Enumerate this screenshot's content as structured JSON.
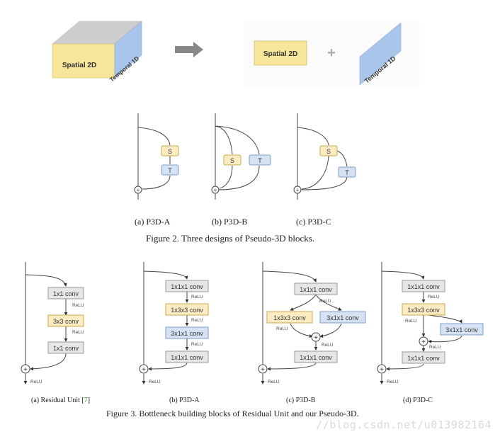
{
  "top": {
    "left_block": {
      "spatial_label": "Spatial 2D",
      "temporal_label": "Temporal 1D"
    },
    "arrow_icon": "right-arrow-icon",
    "right_block": {
      "spatial_label": "Spatial 2D",
      "plus_symbol": "+",
      "temporal_label": "Temporal 1D"
    },
    "colors": {
      "spatial": "#f7e59a",
      "temporal": "#a9c6ea",
      "top_face": "#cdcdcd"
    }
  },
  "figure2": {
    "caption": "Figure 2. Three designs of Pseudo-3D blocks.",
    "panels": [
      {
        "sublabel": "(a) P3D-A",
        "s": "S",
        "t": "T"
      },
      {
        "sublabel": "(b) P3D-B",
        "s": "S",
        "t": "T"
      },
      {
        "sublabel": "(c) P3D-C",
        "s": "S",
        "t": "T"
      }
    ],
    "plus_symbol": "+"
  },
  "figure3": {
    "caption": "Figure 3. Bottleneck building blocks of Residual Unit and our Pseudo-3D.",
    "relu": "ReLU",
    "plus_symbol": "+",
    "panels": [
      {
        "sublabel_prefix": "(a) Residual Unit [",
        "ref": "7",
        "sublabel_suffix": "]",
        "convs": [
          "1x1 conv",
          "3x3 conv",
          "1x1 conv"
        ]
      },
      {
        "sublabel": "(b) P3D-A",
        "convs": [
          "1x1x1 conv",
          "1x3x3 conv",
          "3x1x1 conv",
          "1x1x1 conv"
        ]
      },
      {
        "sublabel": "(c) P3D-B",
        "convs": [
          "1x1x1 conv",
          "1x3x3 conv",
          "3x1x1 conv",
          "1x1x1 conv"
        ]
      },
      {
        "sublabel": "(d) P3D-C",
        "convs": [
          "1x1x1 conv",
          "1x3x3 conv",
          "3x1x1 conv",
          "1x1x1 conv"
        ]
      }
    ],
    "colors": {
      "spatial": "#fbecc4",
      "temporal": "#d6e2f2",
      "plain": "#e6e6e6",
      "ref": "#2aa52a"
    }
  },
  "watermark": "//blog.csdn.net/u013982164"
}
